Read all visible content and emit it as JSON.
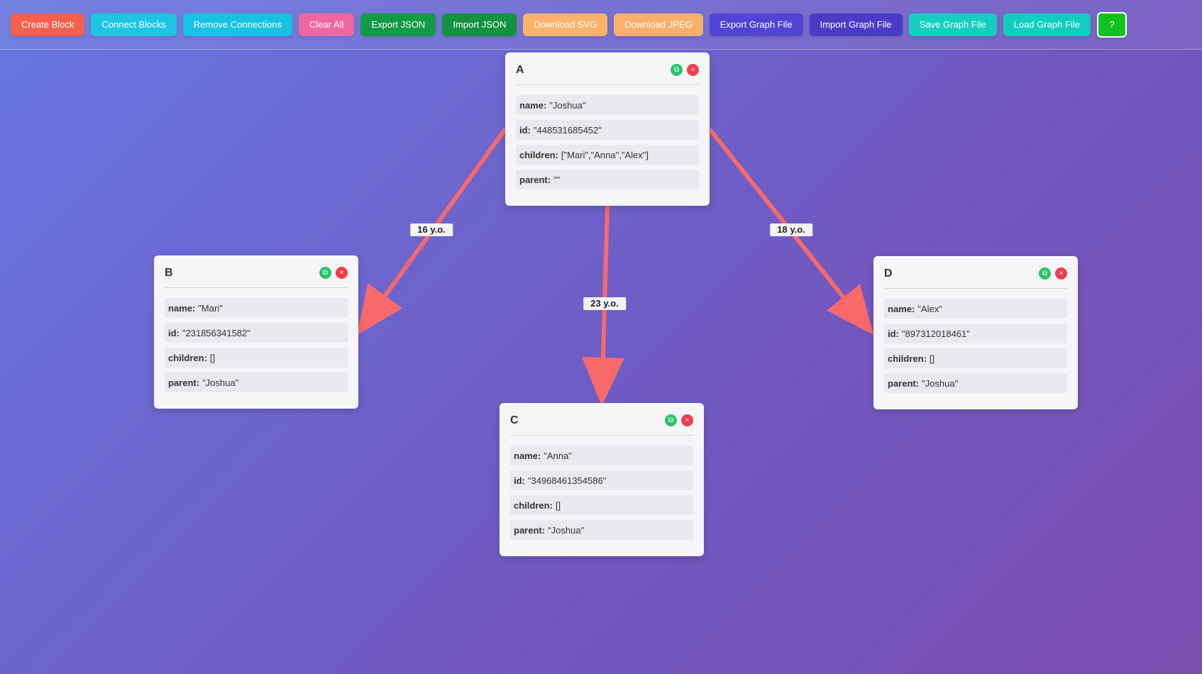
{
  "toolbar": {
    "buttons": [
      {
        "label": "Create Block",
        "color": "#f4604c"
      },
      {
        "label": "Connect Blocks",
        "color": "#1ec6e4"
      },
      {
        "label": "Remove Connections",
        "color": "#18c2e2"
      },
      {
        "label": "Clear All",
        "color": "#f067a0"
      },
      {
        "label": "Export JSON",
        "color": "#129a45"
      },
      {
        "label": "Import JSON",
        "color": "#13923f"
      },
      {
        "label": "Download SVG",
        "color": "#fbb36a"
      },
      {
        "label": "Download JPEG",
        "color": "#f9b06b"
      },
      {
        "label": "Export Graph File",
        "color": "#5043d6"
      },
      {
        "label": "Import Graph File",
        "color": "#4a3cc8"
      },
      {
        "label": "Save Graph File",
        "color": "#14cfc0"
      },
      {
        "label": "Load Graph File",
        "color": "#10cdc0"
      },
      {
        "label": "?",
        "color": "#10c21f"
      }
    ]
  },
  "colors": {
    "edge": "#f9696b"
  },
  "blocks": [
    {
      "title": "A",
      "fields": [
        {
          "key": "name:",
          "value": "\"Joshua\""
        },
        {
          "key": "id:",
          "value": "\"448531685452\""
        },
        {
          "key": "children:",
          "value": "[\"Mari\",\"Anna\",\"Alex\"]"
        },
        {
          "key": "parent:",
          "value": "\"\""
        }
      ]
    },
    {
      "title": "B",
      "fields": [
        {
          "key": "name:",
          "value": "\"Mari\""
        },
        {
          "key": "id:",
          "value": "\"231856341582\""
        },
        {
          "key": "children:",
          "value": "[]"
        },
        {
          "key": "parent:",
          "value": "\"Joshua\""
        }
      ]
    },
    {
      "title": "C",
      "fields": [
        {
          "key": "name:",
          "value": "\"Anna\""
        },
        {
          "key": "id:",
          "value": "\"34968461354586\""
        },
        {
          "key": "children:",
          "value": "[]"
        },
        {
          "key": "parent:",
          "value": "\"Joshua\""
        }
      ]
    },
    {
      "title": "D",
      "fields": [
        {
          "key": "name:",
          "value": "\"Alex\""
        },
        {
          "key": "id:",
          "value": "\"897312018461\""
        },
        {
          "key": "children:",
          "value": "[]"
        },
        {
          "key": "parent:",
          "value": "\"Joshua\""
        }
      ]
    }
  ],
  "edges": [
    {
      "from": "A",
      "to": "B",
      "label": "16 y.o."
    },
    {
      "from": "A",
      "to": "C",
      "label": "23 y.o."
    },
    {
      "from": "A",
      "to": "D",
      "label": "18 y.o."
    }
  ],
  "icons": {
    "copy": "copy-icon",
    "delete": "close-icon",
    "copy_glyph": "⧉",
    "delete_glyph": "×"
  }
}
